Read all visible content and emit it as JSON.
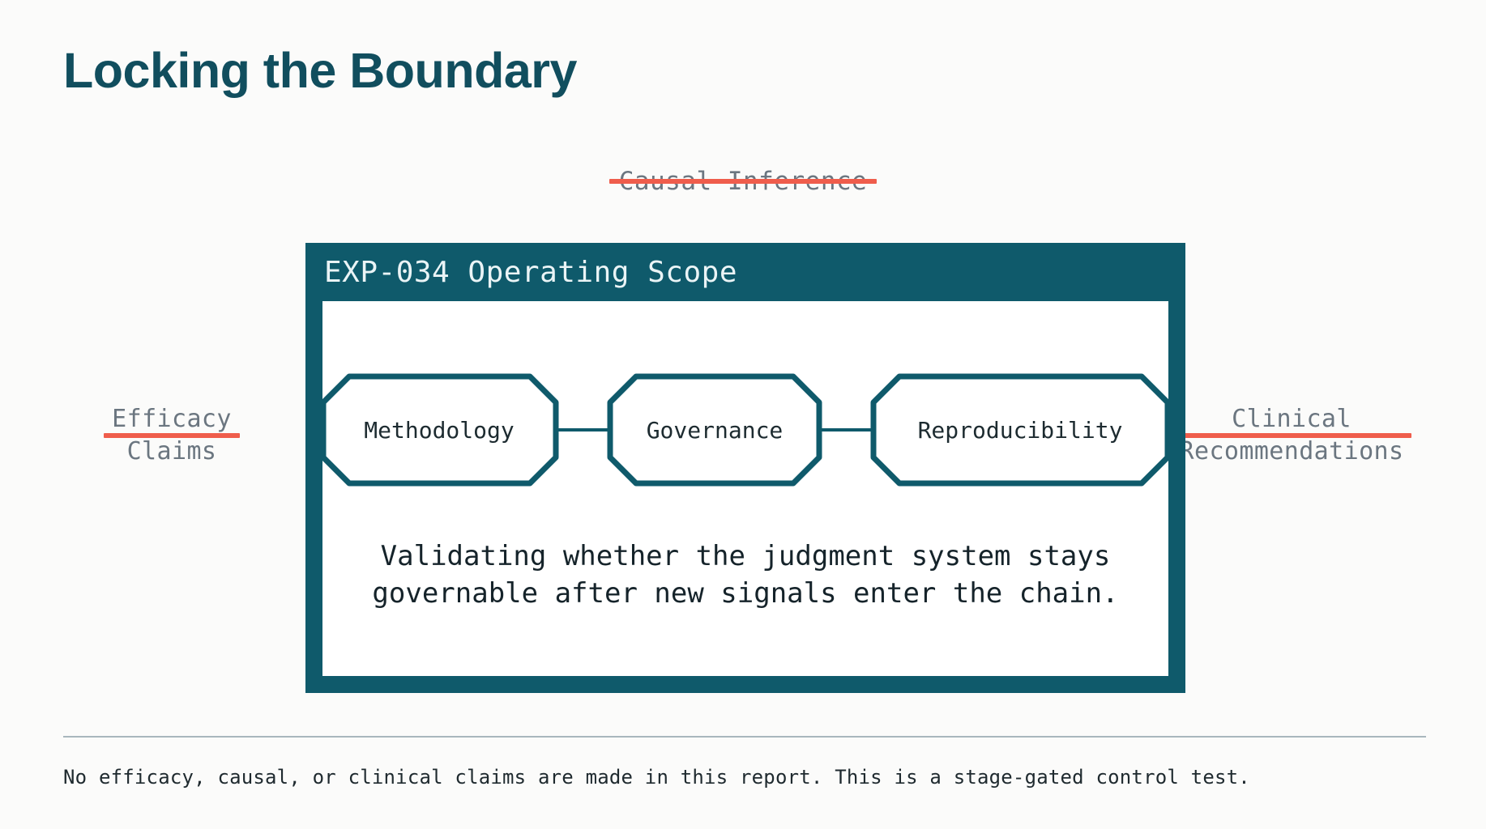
{
  "title": "Locking the Boundary",
  "excluded_top": {
    "label": "Causal Inference",
    "state": "struck-through"
  },
  "scope_box": {
    "header": "EXP-034 Operating Scope",
    "nodes": [
      {
        "label": "Methodology"
      },
      {
        "label": "Governance"
      },
      {
        "label": "Reproducibility"
      }
    ],
    "statement_line_1": "Validating whether the judgment system stays",
    "statement_line_2": "governable after new signals enter the chain."
  },
  "side_labels": {
    "left": {
      "line_1": "Efficacy",
      "line_2": "Claims",
      "state": "struck-through"
    },
    "right": {
      "line_1": "Clinical",
      "line_2": "Recommendations",
      "state": "struck-through"
    }
  },
  "footer": {
    "note": "No efficacy, causal, or clinical claims are made in this report. This is a stage-gated control test."
  },
  "colors": {
    "teal": "#0f5a6b",
    "title_teal": "#114e5e",
    "exclusion_red": "#ef5d4c",
    "muted_gray": "#6b7680",
    "background": "#fbfbfa",
    "rule_gray": "#a9b7bd"
  }
}
